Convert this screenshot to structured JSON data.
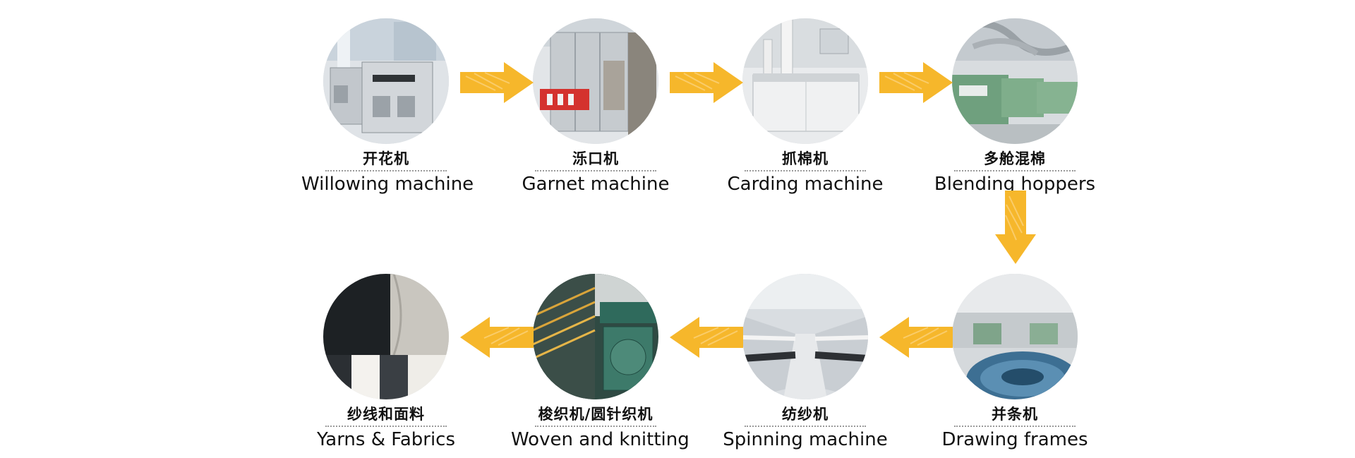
{
  "accent_color": "#F6B72B",
  "steps": [
    {
      "cn": "开花机",
      "en": "Willowing machine",
      "icon": "willowing-machine-photo"
    },
    {
      "cn": "泺口机",
      "en": "Garnet machine",
      "icon": "garnet-machine-photo"
    },
    {
      "cn": "抓棉机",
      "en": "Carding machine",
      "icon": "carding-machine-photo"
    },
    {
      "cn": "多舱混棉",
      "en": "Blending hoppers",
      "icon": "blending-hoppers-photo"
    },
    {
      "cn": "并条机",
      "en": "Drawing frames",
      "icon": "drawing-frames-photo"
    },
    {
      "cn": "纺纱机",
      "en": "Spinning machine",
      "icon": "spinning-machine-photo"
    },
    {
      "cn": "梭织机/圆针织机",
      "en": "Woven and knitting",
      "icon": "weaving-knitting-photo"
    },
    {
      "cn": "纱线和面料",
      "en": "Yarns & Fabrics",
      "icon": "yarns-fabrics-photo"
    }
  ]
}
